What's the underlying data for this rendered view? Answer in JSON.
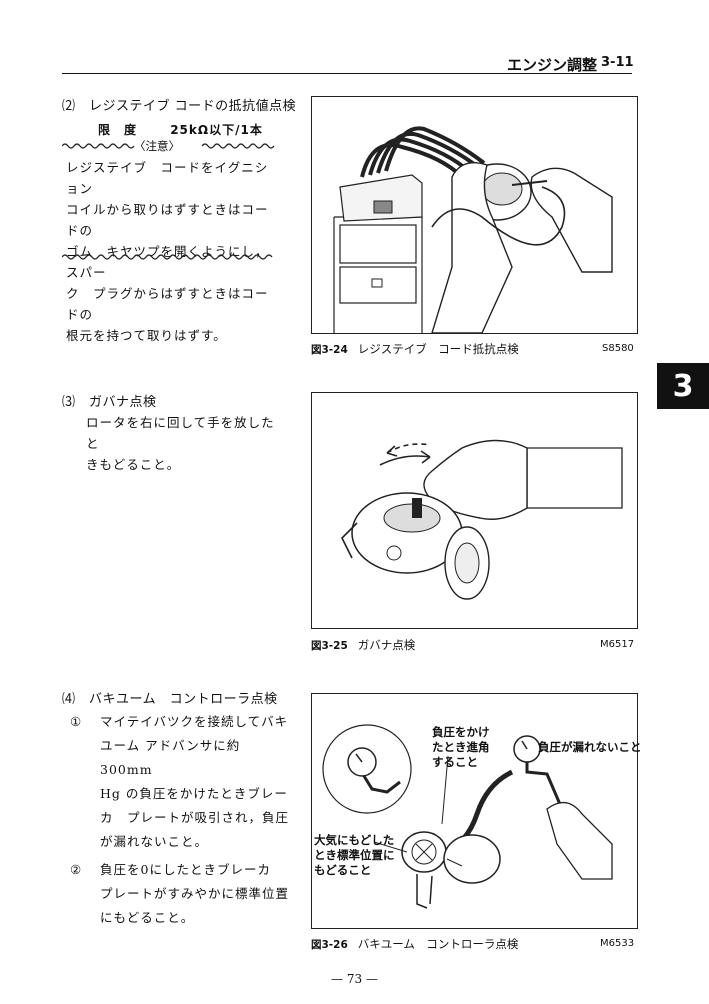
{
  "header": {
    "title": "エンジン調整",
    "page_ref": "3-11"
  },
  "chapter_tab": "3",
  "section_2": {
    "title": "⑵　レジステイブ コードの抵抗値点検",
    "limit_label": "限　度",
    "limit_value": "25kΩ以下/1本",
    "note_label": "〈注意〉",
    "note_lines": [
      "レジステイブ　コードをイグニション",
      "コイルから取りはずすときはコードの",
      "ゴム　キヤツプを開くようにし，スパー",
      "ク　プラグからはずすときはコードの",
      "根元を持つて取りはずす。"
    ]
  },
  "section_3": {
    "title": "⑶　ガバナ点検",
    "lines": [
      "ロータを右に回して手を放したと",
      "きもどること。"
    ]
  },
  "section_4": {
    "title": "⑷　バキユーム　コントローラ点検",
    "items": [
      {
        "mark": "①",
        "lines": [
          "マイテイバツクを接続してバキ",
          "ユーム アドバンサに約300mm",
          "Hg の負圧をかけたときブレー",
          "カ　プレートが吸引され，負圧",
          "が漏れないこと。"
        ]
      },
      {
        "mark": "②",
        "lines": [
          "負圧を0にしたときブレーカ",
          "プレートがすみやかに標準位置",
          "にもどること。"
        ]
      }
    ]
  },
  "figures": [
    {
      "no": "図3-24",
      "caption": "レジステイブ　コード抵抗点検",
      "code": "S8580"
    },
    {
      "no": "図3-25",
      "caption": "ガバナ点検",
      "code": "M6517"
    },
    {
      "no": "図3-26",
      "caption": "バキユーム　コントローラ点検",
      "code": "M6533"
    }
  ],
  "fig26_callouts": {
    "advance": "負圧をかけ\nたとき進角\nすること",
    "no_leak": "負圧が漏れないこと",
    "return": "大気にもどした\nとき標準位置に\nもどること"
  },
  "page_number": "— 73 —"
}
